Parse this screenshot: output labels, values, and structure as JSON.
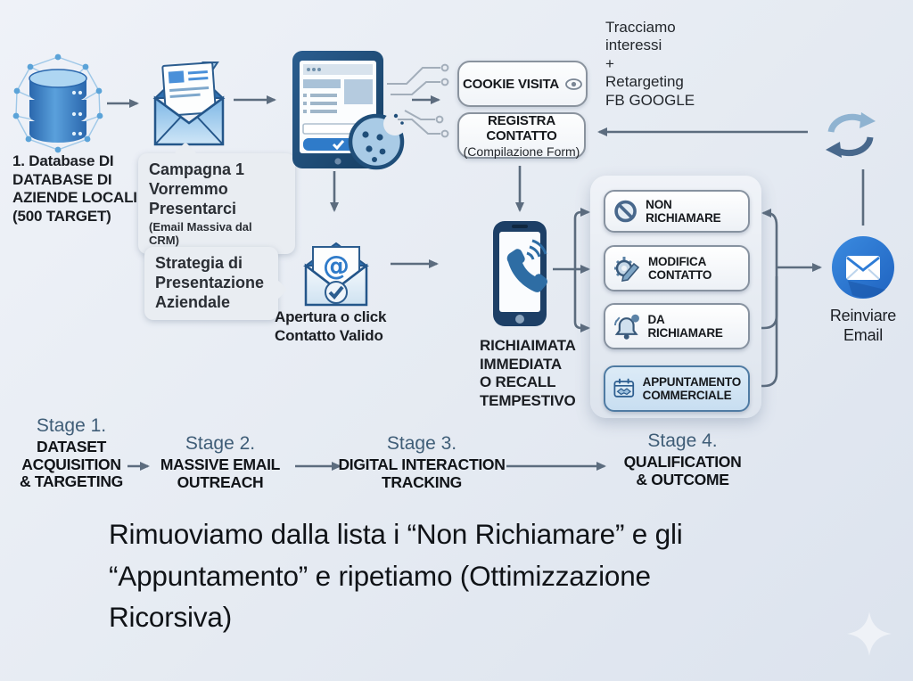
{
  "database": {
    "caption": "1. Database DI\nDATABASE DI\nAZIENDE LOCALI\n(500 TARGET)"
  },
  "campaign_bubble": {
    "title": "Campagna 1\nVorremmo\nPresentarci",
    "note": "(Email Massiva dal CRM)"
  },
  "strategy_bubble": {
    "caption": "Strategia di\nPresentazione\nAziendale"
  },
  "tracking": {
    "cookie_label": "COOKIE VISITA",
    "register_label": "REGISTRA CONTATTO",
    "register_sub": "(Compilazione Form)"
  },
  "retargeting_note": {
    "caption": "Tracciamo\ninteressi\n+\nRetargeting\nFB GOOGLE"
  },
  "open_click": {
    "caption": "Apertura o click\nContatto Valido"
  },
  "recall": {
    "caption": "RICHIAIMATA\nIMMEDIATA\nO RECALL\nTEMPESTIVO"
  },
  "outcome_buttons": [
    {
      "label": "NON RICHIAMARE",
      "icon": "no-call-icon"
    },
    {
      "label": "MODIFICA\nCONTATTO",
      "icon": "edit-contact-icon"
    },
    {
      "label": "DA RICHIAMARE",
      "icon": "reminder-bell-icon"
    },
    {
      "label": "APPUNTAMENTO\nCOMMERCIALE",
      "icon": "appointment-icon"
    }
  ],
  "resend_email": {
    "caption": "Reinviare\nEmail"
  },
  "stages": [
    {
      "title": "Stage 1.",
      "label": "DATASET\nACQUISITION\n& TARGETING"
    },
    {
      "title": "Stage 2.",
      "label": "MASSIVE EMAIL\nOUTREACH"
    },
    {
      "title": "Stage 3.",
      "label": "DIGITAL INTERACTION\nTRACKING"
    },
    {
      "title": "Stage 4.",
      "label": "QUALIFICATION\n& OUTCOME"
    }
  ],
  "footer": {
    "caption": "Rimuoviamo dalla lista i “Non Richiamare” e gli\n“Appuntamento” e ripetiamo (Ottimizzazione\nRicorsiva)"
  },
  "colors": {
    "accent_blue": "#2e7cd6",
    "slate_title": "#3f5d77",
    "arrow_gray": "#5c6c7e",
    "highlight_button_bg": "#cde2f3"
  }
}
